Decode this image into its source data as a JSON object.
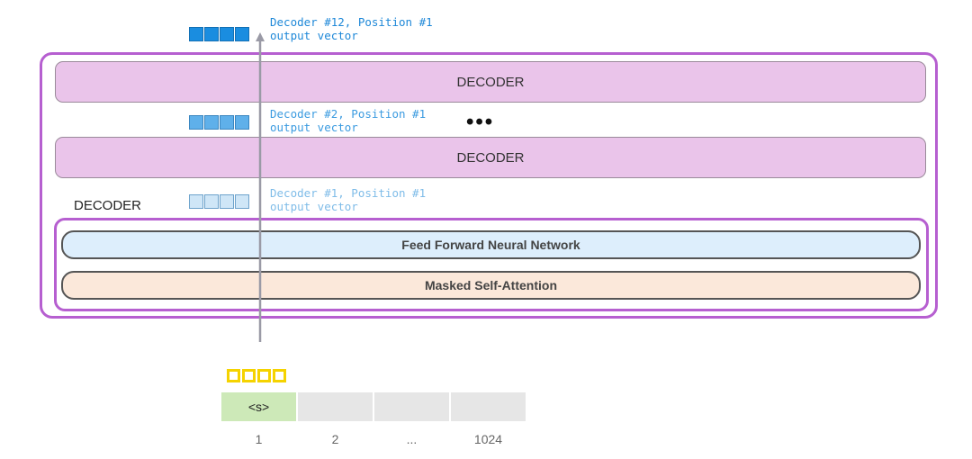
{
  "top_vector": {
    "line1": "Decoder #12, Position #1",
    "line2": "output vector",
    "color": "#1a8de0"
  },
  "mid_vector": {
    "line1": "Decoder #2, Position #1",
    "line2": "output vector",
    "color": "#5fb0ea"
  },
  "low_vector": {
    "line1": "Decoder #1, Position #1",
    "line2": "output vector",
    "color": "#cfe6f7"
  },
  "decoder_top_label": "DECODER",
  "decoder_mid_label": "DECODER",
  "ellipsis": "•••",
  "decoder_side_label": "DECODER",
  "ffnn_label": "Feed Forward Neural Network",
  "msa_label": "Masked Self-Attention",
  "tokens": [
    "<s>",
    "",
    "",
    ""
  ],
  "positions": [
    "1",
    "2",
    "...",
    "1024"
  ],
  "colors": {
    "frame": "#b65fd0",
    "decoder_fill": "#eac4ea",
    "ffnn_fill": "#ddeefc",
    "msa_fill": "#fbe8da",
    "token_highlight": "#cde9b8",
    "input_vector": "#f5d300"
  }
}
